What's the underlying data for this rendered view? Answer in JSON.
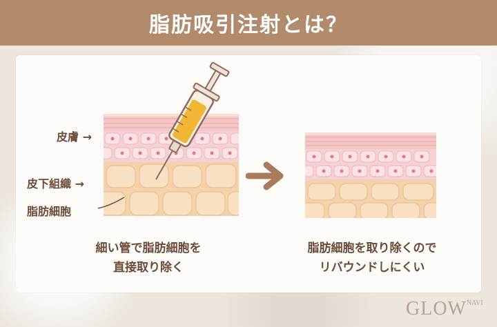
{
  "header": {
    "title": "脂肪吸引注射とは？"
  },
  "left_panel": {
    "labels": {
      "skin": "皮膚 →",
      "subcutaneous": "皮下組織 →",
      "fat_cells": "脂肪細胞"
    },
    "caption_line1": "細い管で脂肪細胞を",
    "caption_line2": "直接取り除く"
  },
  "right_panel": {
    "caption_line1": "脂肪細胞を取り除くので",
    "caption_line2": "リバウンドしにくい"
  },
  "logo": {
    "text": "GLOW",
    "small": "NAVI"
  },
  "colors": {
    "header": "#b28a6c",
    "text": "#6b4a3a",
    "arrow": "#a67b5e",
    "skin_pink": "#e9a3b0",
    "fat": "#f6d8b4"
  }
}
